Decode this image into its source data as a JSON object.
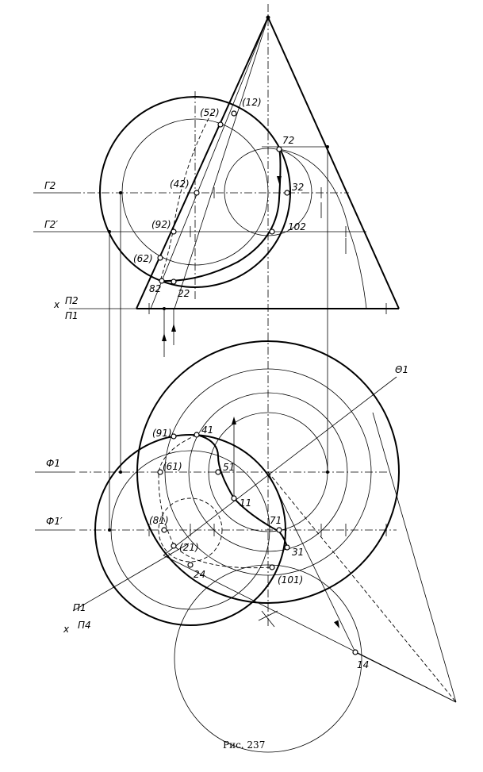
{
  "caption": "Рис. 237",
  "labels": {
    "G2": "Г2",
    "G2p": "Г2′",
    "F1": "Ф1",
    "F1p": "Ф1′",
    "Theta1": "Θ1",
    "x_top": "x",
    "P2_top": "П2",
    "P1_top": "П1",
    "x_bot": "x",
    "P1_bot": "П1",
    "P4_bot": "П4"
  },
  "points_front": [
    "(52)",
    "(12)",
    "72",
    "(42)",
    "32",
    "(92)",
    "102",
    "(62)",
    "82",
    "22"
  ],
  "points_top": [
    "(91)",
    "41",
    "(61)",
    "51",
    "11",
    "(81)",
    "71",
    "(21)",
    "31",
    "24",
    "(101)",
    "14"
  ]
}
